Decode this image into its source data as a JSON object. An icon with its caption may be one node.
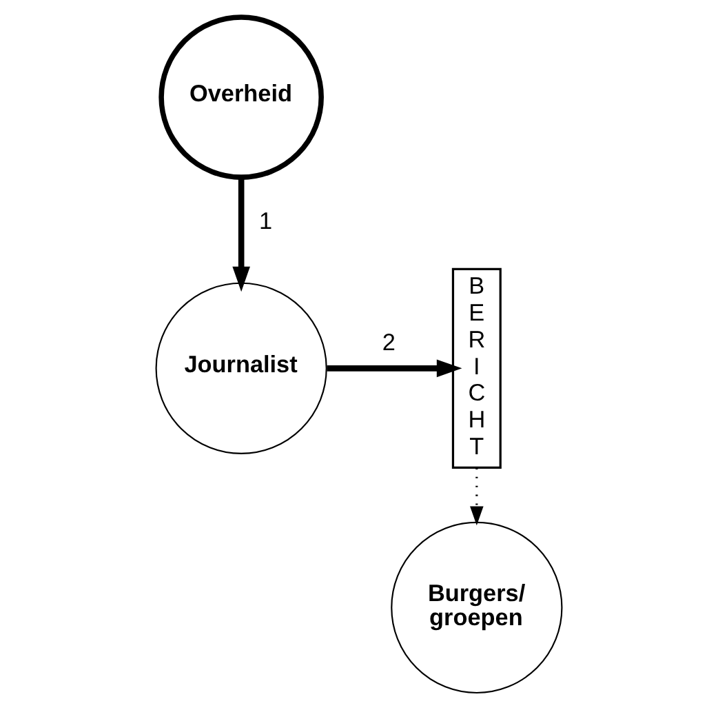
{
  "diagram": {
    "nodes": [
      {
        "text": [
          "Overheid"
        ]
      },
      {
        "text": [
          "Journalist"
        ]
      },
      {
        "text": [
          "BERICHT"
        ]
      },
      {
        "text": [
          "Burgers/ groepen"
        ]
      }
    ],
    "edges": [
      {
        "from": 0,
        "to": 1,
        "arrow": "to",
        "label": "1"
      },
      {
        "from": 1,
        "to": 2,
        "arrow": "to",
        "label": "2"
      },
      {
        "from": 2,
        "to": 3,
        "arrow": "to",
        "style": "dashed"
      }
    ]
  }
}
